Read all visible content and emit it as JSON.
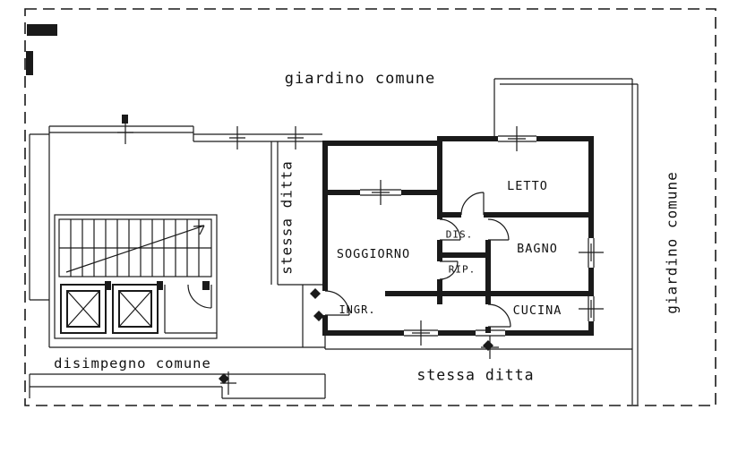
{
  "plan": {
    "title": "cadastral floor plan",
    "labels": {
      "garden_top": "giardino comune",
      "garden_right": "giardino comune",
      "same_owner_left": "stessa ditta",
      "same_owner_bottom": "stessa ditta",
      "common_hall": "disimpegno comune",
      "living": "SOGGIORNO",
      "bedroom": "LETTO",
      "hallway": "DIS.",
      "bath": "BAGNO",
      "storage": "RIP.",
      "kitchen": "CUCINA",
      "entry": "INGR."
    },
    "colors": {
      "ink": "#1a1a1a",
      "paper": "#ffffff"
    }
  }
}
